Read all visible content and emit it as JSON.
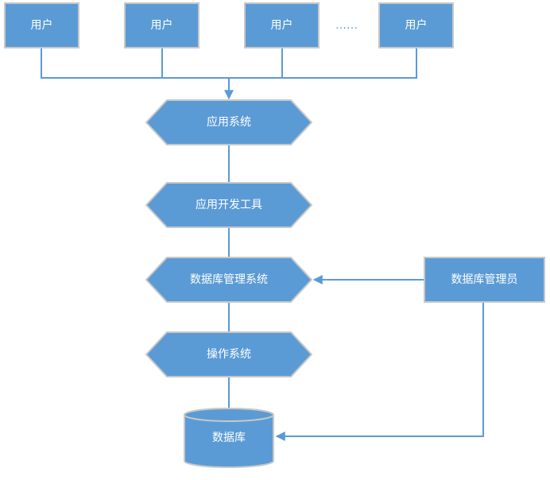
{
  "colors": {
    "node_fill": "#5b9bd5",
    "node_border": "#c8c8c8",
    "edge": "#5b9bd5",
    "text": "#ffffff"
  },
  "users": [
    {
      "label": "用户"
    },
    {
      "label": "用户"
    },
    {
      "label": "用户"
    },
    {
      "label": "用户"
    }
  ],
  "ellipsis": "……",
  "layers": [
    {
      "label": "应用系统"
    },
    {
      "label": "应用开发工具"
    },
    {
      "label": "数据库管理系统"
    },
    {
      "label": "操作系统"
    }
  ],
  "database": {
    "label": "数据库"
  },
  "dba": {
    "label": "数据库管理员"
  },
  "edges": [
    {
      "from": "users",
      "to": "应用系统"
    },
    {
      "from": "应用系统",
      "to": "应用开发工具"
    },
    {
      "from": "应用开发工具",
      "to": "数据库管理系统"
    },
    {
      "from": "数据库管理系统",
      "to": "操作系统"
    },
    {
      "from": "操作系统",
      "to": "数据库"
    },
    {
      "from": "数据库管理员",
      "to": "数据库管理系统"
    },
    {
      "from": "数据库管理员",
      "to": "数据库"
    }
  ]
}
